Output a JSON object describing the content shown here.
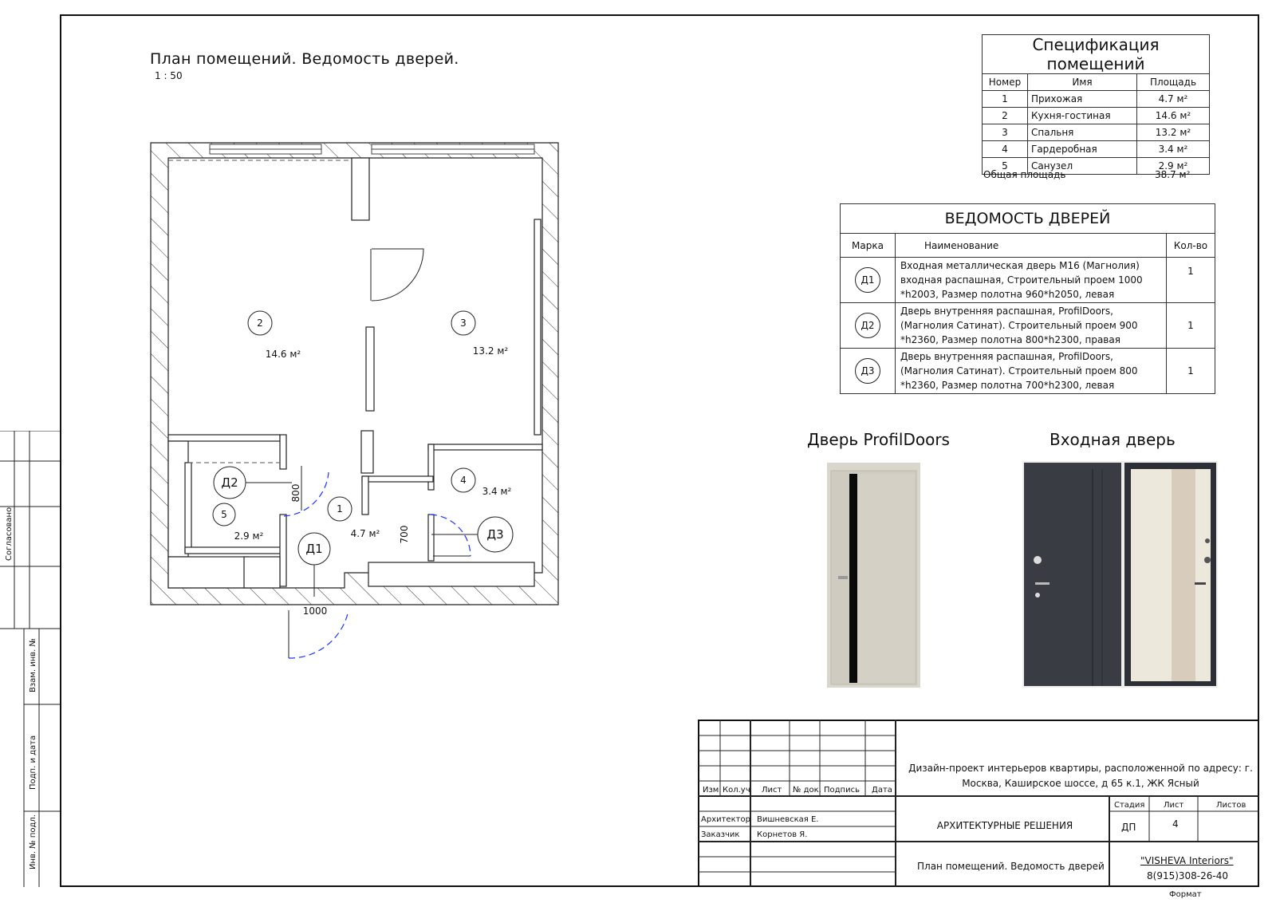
{
  "plan": {
    "title": "План помещений. Ведомость дверей.",
    "scale": "1 : 50",
    "rooms": [
      {
        "num": "2",
        "area": "14.6 м²"
      },
      {
        "num": "3",
        "area": "13.2 м²"
      },
      {
        "num": "4",
        "area": "3.4 м²"
      },
      {
        "num": "5",
        "area": "2.9 м²"
      },
      {
        "num": "1",
        "area": "4.7 м²"
      }
    ],
    "door_tags": {
      "d1": "Д1",
      "d2": "Д2",
      "d3": "Д3"
    },
    "dims": {
      "d2": "800",
      "d3": "700",
      "d1": "1000"
    }
  },
  "spec": {
    "title": "Спецификация помещений",
    "headers": [
      "Номер",
      "Имя",
      "Площадь"
    ],
    "rows": [
      {
        "num": "1",
        "name": "Прихожая",
        "area": "4.7 м²"
      },
      {
        "num": "2",
        "name": "Кухня-гостиная",
        "area": "14.6 м²"
      },
      {
        "num": "3",
        "name": "Спальня",
        "area": "13.2 м²"
      },
      {
        "num": "4",
        "name": "Гардеробная",
        "area": "3.4 м²"
      },
      {
        "num": "5",
        "name": "Санузел",
        "area": "2.9 м²"
      }
    ],
    "total_label": "Общая площадь",
    "total_value": "38.7 м²"
  },
  "doors": {
    "title": "ВЕДОМОСТЬ ДВЕРЕЙ",
    "headers": [
      "Марка",
      "Наименование",
      "Кол-во"
    ],
    "rows": [
      {
        "mark": "Д1",
        "name": "Входная металлическая дверь М16 (Магнолия) входная распашная, Строительный проем 1000 *h2003, Размер полотна 960*h2050, левая",
        "qty": "1"
      },
      {
        "mark": "Д2",
        "name": "Дверь внутренняя распашная, ProfilDoors, (Магнолия Сатинат). Строительный проем 900 *h2360, Размер полотна 800*h2300, правая",
        "qty": "1"
      },
      {
        "mark": "Д3",
        "name": "Дверь внутренняя распашная, ProfilDoors, (Магнолия Сатинат). Строительный проем 800 *h2360, Размер полотна 700*h2300, левая",
        "qty": "1"
      }
    ]
  },
  "images": {
    "left_caption": "Дверь ProfilDoors",
    "right_caption": "Входная дверь"
  },
  "side": {
    "agreed": "Согласовано",
    "inv_zam": "Взам. инв. №",
    "sign_date": "Подп. и дата",
    "inv_orig": "Инв. № подл."
  },
  "title_block": {
    "col_headers": [
      "Изм.",
      "Кол.уч",
      "Лист",
      "№ док.",
      "Подпись",
      "Дата"
    ],
    "roles": [
      {
        "role": "Архитектор",
        "name": "Вишневская Е."
      },
      {
        "role": "Заказчик",
        "name": "Корнетов Я."
      }
    ],
    "project": "Дизайн-проект интерьеров квартиры, расположенной по адресу: г. Москва, Каширское шоссе, д 65 к.1, ЖК Ясный",
    "section": "АРХИТЕКТУРНЫЕ РЕШЕНИЯ",
    "stage_headers": [
      "Стадия",
      "Лист",
      "Листов"
    ],
    "stage": "ДП",
    "sheet_no": "4",
    "sheets_total": "",
    "sheet_name": "План помещений. Ведомость дверей",
    "company": "\"VISHEVA Interiors\"",
    "phone": "8(915)308-26-40",
    "format": "Формат"
  }
}
